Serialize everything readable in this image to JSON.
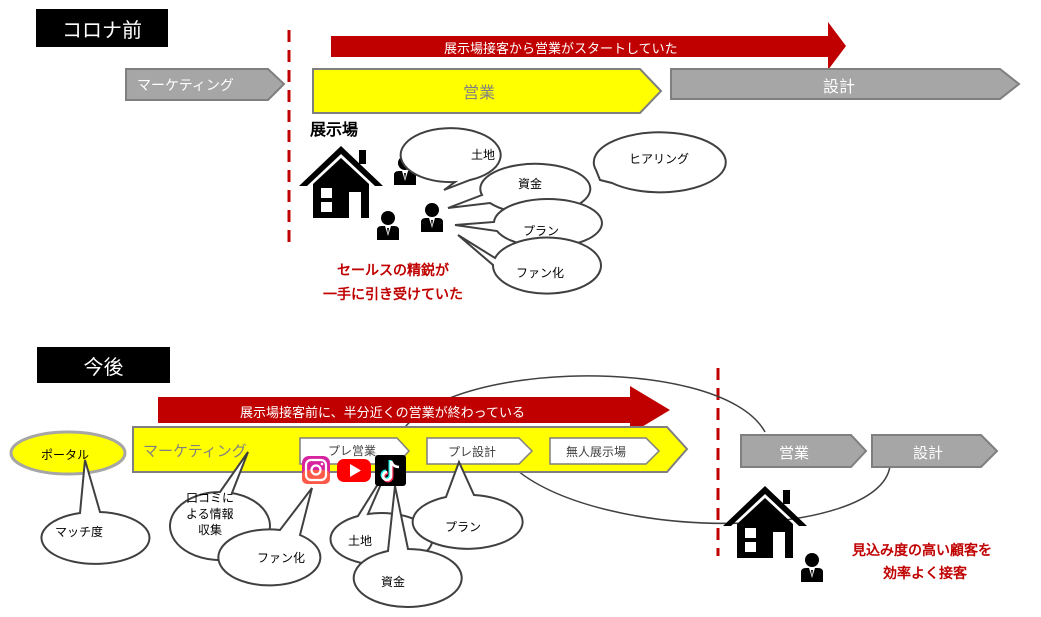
{
  "before": {
    "title": "コロナ前",
    "banner": "展示場接客から営業がスタートしていた",
    "marketing": "マーケティング",
    "sales": "営業",
    "design": "設計",
    "showroom_label": "展示場",
    "bubbles": [
      "土地",
      "資金",
      "ヒアリング",
      "プラン",
      "ファン化"
    ],
    "note_line1": "セールスの精鋭が",
    "note_line2": "一手に引き受けていた"
  },
  "after": {
    "title": "今後",
    "banner": "展示場接客前に、半分近くの営業が終わっている",
    "marketing": "マーケティング",
    "pre_sales": "プレ営業",
    "pre_design": "プレ設計",
    "unmanned": "無人展示場",
    "sales": "営業",
    "design": "設計",
    "portal": "ポータル",
    "bubbles": {
      "match": "マッチ度",
      "reviews_l1": "口コミに",
      "reviews_l2": "よる情報",
      "reviews_l3": "収集",
      "fan": "ファン化",
      "land": "土地",
      "funds": "資金",
      "plan": "プラン"
    },
    "note_line1": "見込み度の高い顧客を",
    "note_line2": "効率よく接客"
  },
  "colors": {
    "red": "#c00000",
    "yellow": "#ffff00",
    "gray": "#a6a6a6",
    "black": "#000000"
  },
  "icons": [
    "house-icon",
    "person-icon",
    "instagram-icon",
    "youtube-icon",
    "tiktok-icon"
  ]
}
